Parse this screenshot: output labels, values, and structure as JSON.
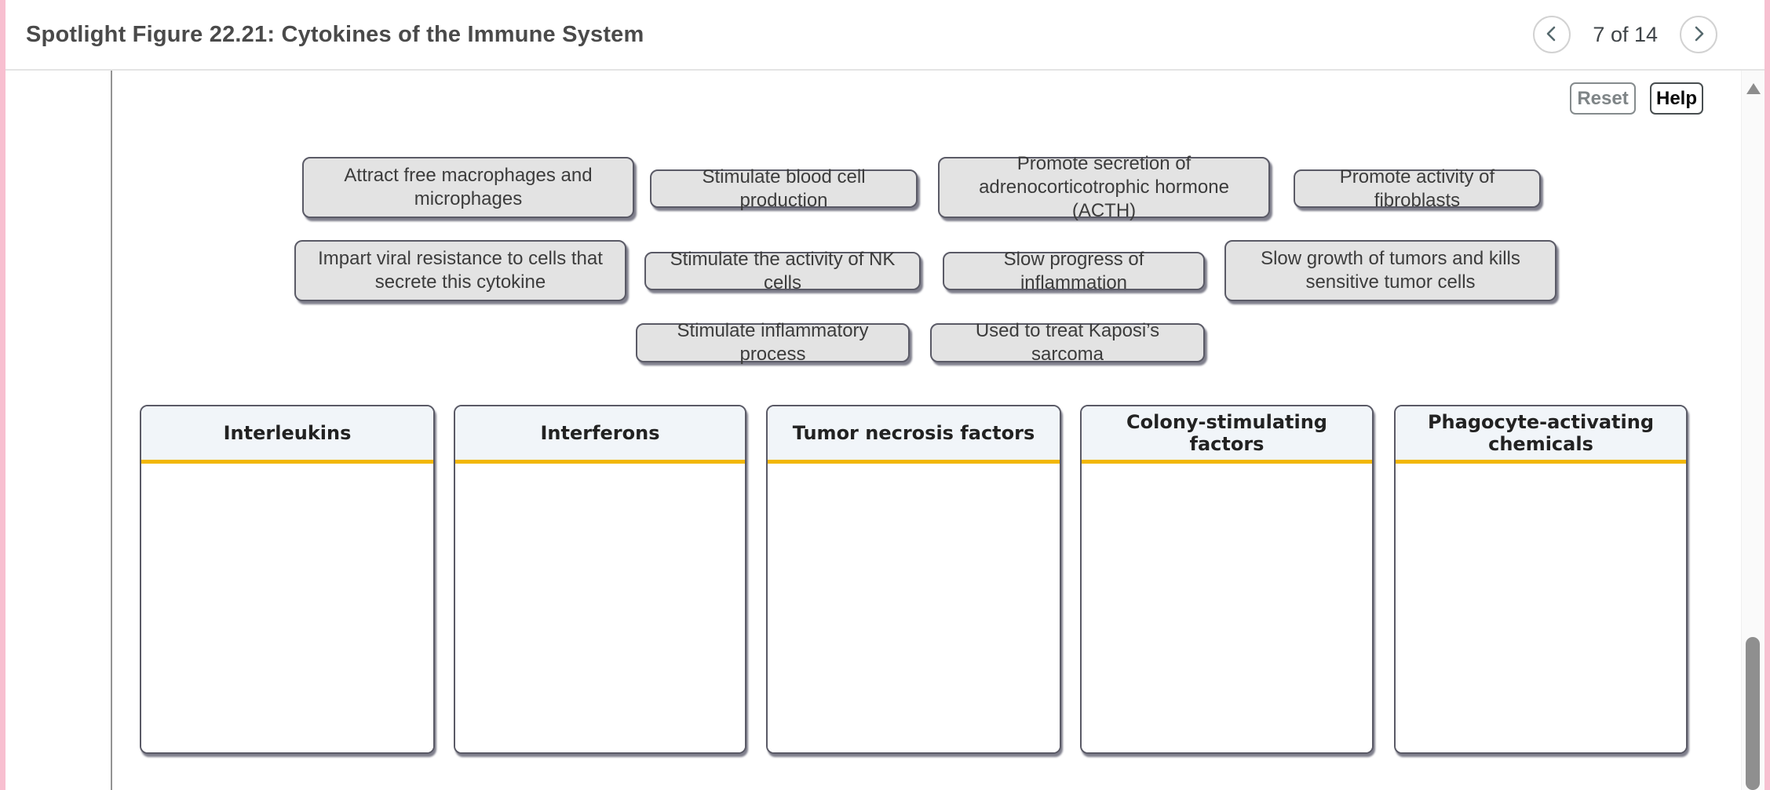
{
  "header": {
    "title": "Spotlight Figure 22.21: Cytokines of the Immune System",
    "pagination": {
      "label": "7 of 14",
      "prev_icon": "chevron-left",
      "next_icon": "chevron-right"
    }
  },
  "toolbar": {
    "reset_label": "Reset",
    "help_label": "Help"
  },
  "chips": [
    {
      "label": "Attract free macrophages and microphages"
    },
    {
      "label": "Stimulate blood cell production"
    },
    {
      "label": "Promote secretion of adrenocorticotrophic hormone (ACTH)"
    },
    {
      "label": "Promote activity of fibroblasts"
    },
    {
      "label": "Impart viral resistance to cells that secrete this cytokine"
    },
    {
      "label": "Stimulate the activity of NK cells"
    },
    {
      "label": "Slow progress of inflammation"
    },
    {
      "label": "Slow growth of tumors and kills sensitive tumor cells"
    },
    {
      "label": "Stimulate inflammatory process"
    },
    {
      "label": "Used to treat Kaposi’s sarcoma"
    }
  ],
  "categories": [
    {
      "label": "Interleukins"
    },
    {
      "label": "Interferons"
    },
    {
      "label": "Tumor necrosis factors"
    },
    {
      "label": "Colony-stimulating factors"
    },
    {
      "label": "Phagocyte-activating chemicals"
    }
  ],
  "scrollbar": {
    "up_icon": "triangle-up"
  },
  "colors": {
    "accent_yellow": "#f2b705",
    "edge_pink": "#f8bfd0",
    "chip_background": "#e3e3e3",
    "chip_border": "#5a5a66",
    "column_header_background": "#f1f5f9"
  }
}
